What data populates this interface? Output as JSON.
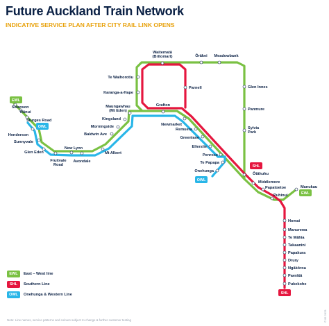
{
  "title": "Future Auckland Train Network",
  "subtitle": "INDICATIVE SERVICE PLAN AFTER CITY RAIL LINK OPENS",
  "lines": [
    {
      "code": "EWL",
      "name": "East – West line",
      "color": "#7ac143"
    },
    {
      "code": "SHL",
      "name": "Southern Line",
      "color": "#e5173f"
    },
    {
      "code": "OWL",
      "name": "Onehunga & Western Line",
      "color": "#29b6e8"
    }
  ],
  "stations": {
    "waitemata": "Waitematā\n(Britomart)",
    "orakei": "Ōrākei",
    "meadowbank": "Meadowbank",
    "te_waihorotiu": "Te Waihorotiu",
    "parnell": "Parnell",
    "glen_innes": "Glen Innes",
    "karanga_a_hape": "Karanga-a-Hape",
    "panmure": "Panmure",
    "grafton": "Grafton",
    "maungawhau": "Maungawhau\n(Mt Eden)",
    "kingsland": "Kingsland",
    "morningside": "Morningside",
    "baldwin_ave": "Baldwin Ave",
    "mt_albert": "Mt Albert",
    "avondale": "Avondale",
    "new_lynn": "New Lynn",
    "fruitvale_road": "Fruitvale\nRoad",
    "glen_eden": "Glen Eden",
    "sunnyvale": "Sunnyvale",
    "henderson": "Henderson",
    "sturges_road": "Sturges Road",
    "ranui": "Rānui",
    "swanson": "Swanson",
    "newmarket": "Newmarket",
    "remuera": "Remuera",
    "greenlane": "Greenlane",
    "ellerslie": "Ellerslie",
    "penrose": "Penrose",
    "te_papapa": "Te Papapa",
    "onehunga": "Onehunga",
    "sylvia_park": "Sylvia\nPark",
    "otahuhu": "Ōtāhuhu",
    "middlemore": "Middlemore",
    "papatoetoe": "Papatoetoe",
    "puhinui": "Puhinui",
    "manukau": "Manukau",
    "homai": "Homai",
    "manurewa": "Manurewa",
    "te_mahia": "Te Māhia",
    "takaanini": "Takaanini",
    "papakura": "Papakura",
    "drury": "Drury",
    "ngakoroa": "Ngākōroa",
    "paerata": "Paerātā",
    "pukekohe": "Pukekohe"
  },
  "footnote": "Note: Line names, service patterns and colours subject to change & further customer testing",
  "date": "© 05 2023"
}
